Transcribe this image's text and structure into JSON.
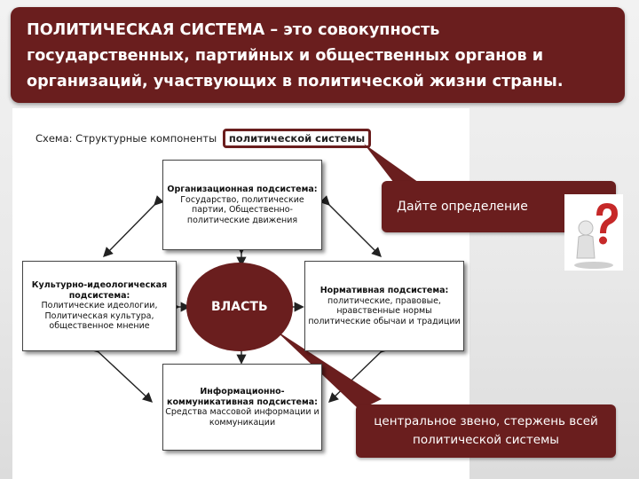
{
  "header": {
    "line1": "ПОЛИТИЧЕСКАЯ СИСТЕМА – это совокупность",
    "line2": "государственных, партийных и общественных органов и",
    "line3": "организаций, участвующих в политической жизни страны."
  },
  "schema": {
    "title_prefix": "Схема: Структурные компоненты",
    "title_highlight": "политической системы"
  },
  "boxes": {
    "top": {
      "title": "Организационная подсистема:",
      "body": "Государство, политические партии, Общественно-политические движения"
    },
    "left": {
      "title": "Культурно-идеологическая подсистема:",
      "body": "Политические идеологии, Политическая культура, общественное мнение"
    },
    "right": {
      "title": "Нормативная подсистема:",
      "body": "политические, правовые, нравственные нормы политические обычаи и традиции"
    },
    "bottom": {
      "title": "Информационно-коммуникативная подсистема:",
      "body": "Средства массовой информации и коммуникации"
    }
  },
  "center": {
    "label": "ВЛАСТЬ"
  },
  "callouts": {
    "definition": "Дайте определение",
    "core": "центральное звено, стержень всей политической системы"
  },
  "colors": {
    "accent": "#6a1e1e",
    "box_border": "#444444"
  },
  "icons": {
    "question": "question-person-icon"
  }
}
